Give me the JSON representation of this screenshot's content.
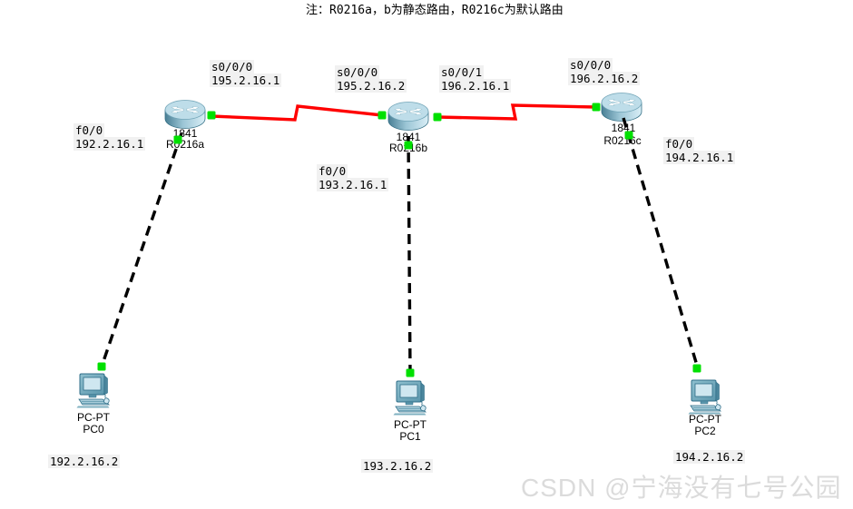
{
  "title": "注：R0216a，b为静态路由，R0216c为默认路由",
  "watermark": "CSDN @宁海没有七号公园",
  "colors": {
    "serial_link": "#ff0000",
    "ethernet_link": "#000000",
    "status_up_dot": "#00e000",
    "label_background": "#f1f1f1",
    "watermark_text": "#dbdbdb"
  },
  "routers": [
    {
      "model": "1841",
      "name": "R0216a",
      "interfaces": [
        {
          "port": "s0/0/0",
          "ip": "195.2.16.1"
        },
        {
          "port": "f0/0",
          "ip": "192.2.16.1"
        }
      ]
    },
    {
      "model": "1841",
      "name": "R0216b",
      "interfaces": [
        {
          "port": "s0/0/0",
          "ip": "195.2.16.2"
        },
        {
          "port": "s0/0/1",
          "ip": "196.2.16.1"
        },
        {
          "port": "f0/0",
          "ip": "193.2.16.1"
        }
      ]
    },
    {
      "model": "1841",
      "name": "R0216c",
      "interfaces": [
        {
          "port": "s0/0/0",
          "ip": "196.2.16.2"
        },
        {
          "port": "f0/0",
          "ip": "194.2.16.1"
        }
      ]
    }
  ],
  "pcs": [
    {
      "model": "PC-PT",
      "name": "PC0",
      "ip": "192.2.16.2"
    },
    {
      "model": "PC-PT",
      "name": "PC1",
      "ip": "193.2.16.2"
    },
    {
      "model": "PC-PT",
      "name": "PC2",
      "ip": "194.2.16.2"
    }
  ]
}
